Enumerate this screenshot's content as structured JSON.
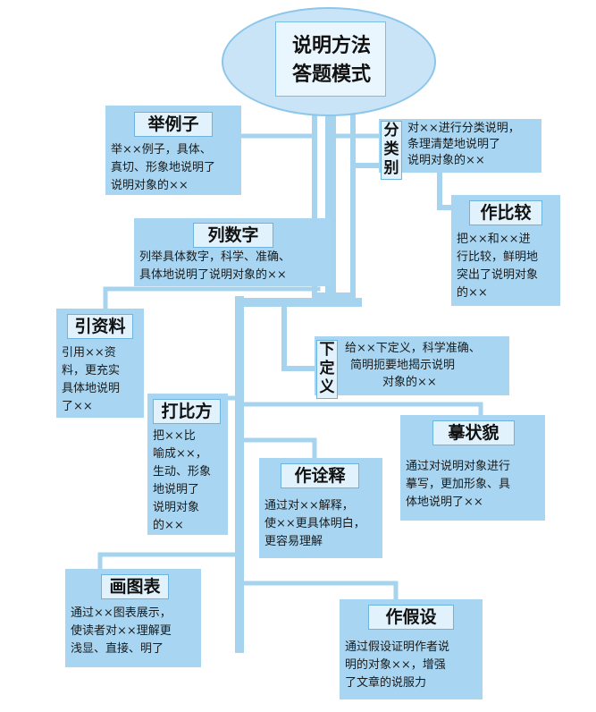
{
  "root": {
    "line1": "说明方法",
    "line2": "答题模式"
  },
  "methods": {
    "juli": {
      "title": "举例子",
      "lines": [
        "举××例子，具体、",
        "真切、形象地说明了",
        "说明对象的××"
      ]
    },
    "fenlei": {
      "title_chars": [
        "分",
        "类",
        "别"
      ],
      "lines": [
        "对××进行分类说明，",
        "条理清楚地说明了",
        "说明对象的××"
      ]
    },
    "zuobijiao": {
      "title": "作比较",
      "lines": [
        "把××和××进",
        "行比较，鲜明地",
        "突出了说明对象",
        "的××"
      ]
    },
    "lieshuzi": {
      "title": "列数字",
      "lines": [
        "列举具体数字，科学、准确、",
        "具体地说明了说明对象的××"
      ]
    },
    "yinziliao": {
      "title": "引资料",
      "lines": [
        "引用××资",
        "料，更充实",
        "具体地说明",
        "了××"
      ]
    },
    "xiadingyi": {
      "title_chars": [
        "下",
        "定",
        "义"
      ],
      "lines": [
        "给××下定义，科学准确、",
        "简明扼要地揭示说明",
        "对象的××"
      ]
    },
    "dabifang": {
      "title": "打比方",
      "lines": [
        "把××比",
        "喻成××，",
        "生动、形象",
        "地说明了",
        "说明对象",
        "的××"
      ]
    },
    "mozhuangmao": {
      "title": "摹状貌",
      "lines": [
        "通过对说明对象进行",
        "摹写，更加形象、具",
        "体地说明了××"
      ]
    },
    "zuoquanshi": {
      "title": "作诠释",
      "lines": [
        "通过对××解释，",
        "使××更具体明白，",
        "更容易理解"
      ]
    },
    "huatubiao": {
      "title": "画图表",
      "lines": [
        "通过××图表展示，",
        "使读者对××理解更",
        "浅显、直接、明了"
      ]
    },
    "zuojiashe": {
      "title": "作假设",
      "lines": [
        "通过假设证明作者说",
        "明的对象××，增强",
        "了文章的说服力"
      ]
    }
  },
  "colors": {
    "box": "#a8d6f2",
    "title_bg": "#e1f2fc",
    "branch": "#a6d3ee",
    "border": "#6cb3dd"
  }
}
